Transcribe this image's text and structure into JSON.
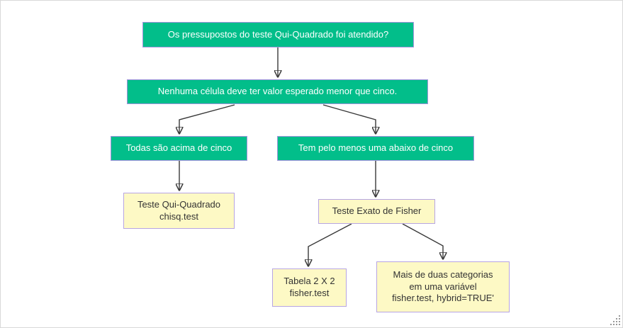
{
  "canvas": {
    "background": "#ffffff",
    "border_color": "#d9d9d9"
  },
  "palette": {
    "decision_fill": "#02be8a",
    "decision_border": "#a393dd",
    "decision_text": "#ffffff",
    "result_fill": "#fdf9c5",
    "result_border": "#b7a5e3",
    "result_text": "#333333",
    "arrow_color": "#383838"
  },
  "nodes": {
    "question": {
      "label": "Os pressupostos do teste Qui-Quadrado foi atendido?"
    },
    "rule": {
      "label": "Nenhuma célula deve ter valor esperado menor que cinco."
    },
    "all_above": {
      "label": "Todas são acima de cinco"
    },
    "one_below": {
      "label": "Tem pelo menos uma abaixo de cinco"
    },
    "chi_square": {
      "lines": [
        "Teste Qui-Quadrado",
        "chisq.test"
      ]
    },
    "fisher": {
      "label": "Teste Exato de Fisher"
    },
    "table_2x2": {
      "lines": [
        "Tabela 2 X 2",
        "fisher.test"
      ]
    },
    "more_categories": {
      "lines": [
        "Mais de duas categorias",
        "em uma variável",
        "fisher.test, hybrid=TRUE'"
      ]
    }
  }
}
